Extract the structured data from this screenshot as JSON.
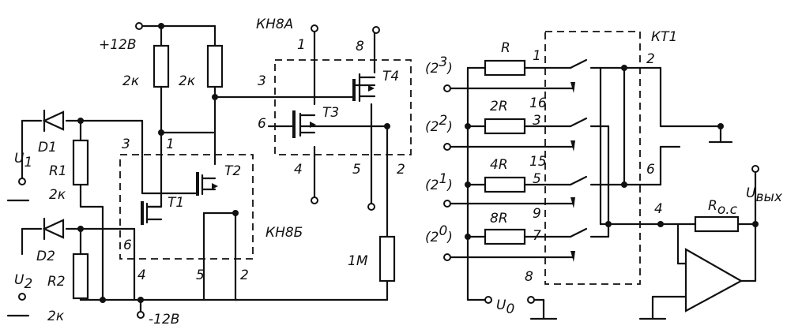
{
  "left": {
    "chip_top_name": "КН8А",
    "chip_bot_name": "КН8Б",
    "supply_pos": "+12В",
    "supply_neg": "-12В",
    "r_top1": "2к",
    "r_top2": "2к",
    "r1_name": "R1",
    "r1_value": "2к",
    "r2_name": "R2",
    "r2_value": "2к",
    "d1": "D1",
    "d2": "D2",
    "u1": "U",
    "u1_sub": "1",
    "u2": "U",
    "u2_sub": "2",
    "t1": "T1",
    "t2": "T2",
    "t3": "T3",
    "t4": "T4",
    "r_load": "1M",
    "pins": {
      "a1": "1",
      "a8": "8",
      "a3": "3",
      "a6": "6",
      "a4": "4",
      "a5": "5",
      "a2": "2",
      "b3": "3",
      "b1": "1",
      "b6": "6",
      "b4": "4",
      "b5": "5",
      "b2": "2"
    }
  },
  "right": {
    "chip_name": "КТ1",
    "pin_2": "2",
    "pin_6": "6",
    "pin_4": "4",
    "pin_8": "8",
    "pin_1": "1",
    "pin_16": "16",
    "pin_3": "3",
    "pin_15": "15",
    "pin_5": "5",
    "pin_9": "9",
    "pin_7": "7",
    "bits": [
      {
        "label": "(2",
        "exp": "3",
        "close": ")",
        "r": "R"
      },
      {
        "label": "(2",
        "exp": "2",
        "close": ")",
        "r": "2R"
      },
      {
        "label": "(2",
        "exp": "1",
        "close": ")",
        "r": "4R"
      },
      {
        "label": "(2",
        "exp": "0",
        "close": ")",
        "r": "8R"
      }
    ],
    "u0": "U",
    "u0_sub": "0",
    "roc": "R",
    "roc_sub": "о.с",
    "uout": "U",
    "uout_sub": "вых"
  }
}
